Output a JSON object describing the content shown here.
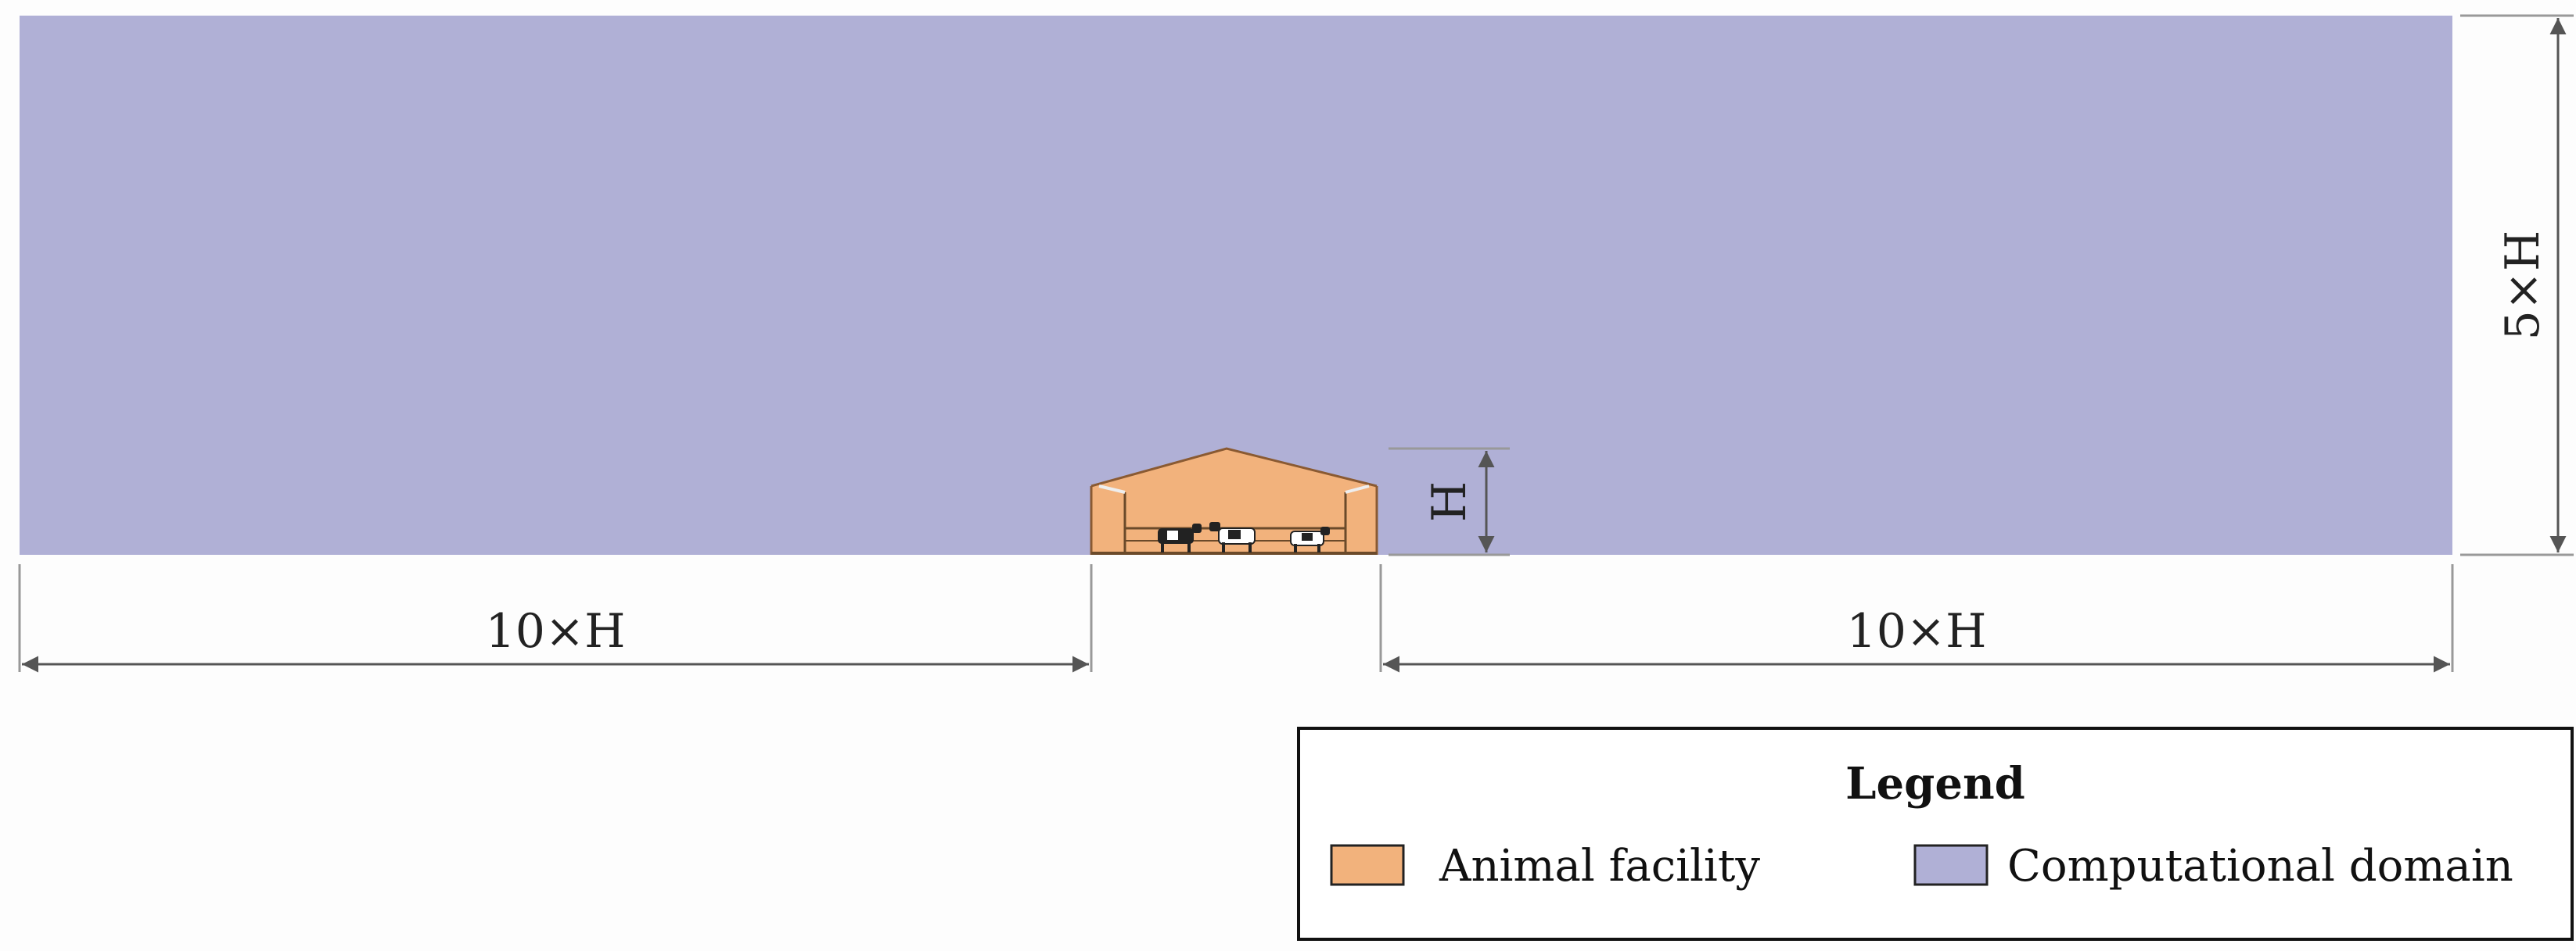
{
  "dimensions": {
    "upstream": "10×H",
    "downstream": "10×H",
    "height": "5×H",
    "building_height": "H"
  },
  "legend": {
    "title": "Legend",
    "items": [
      {
        "label": "Animal facility",
        "color": "#f2b27c"
      },
      {
        "label": "Computational domain",
        "color": "#b0b0d6"
      }
    ]
  },
  "colors": {
    "domain": "#b0b0d6",
    "facility": "#f2b27c",
    "dimension_line": "#555555"
  }
}
